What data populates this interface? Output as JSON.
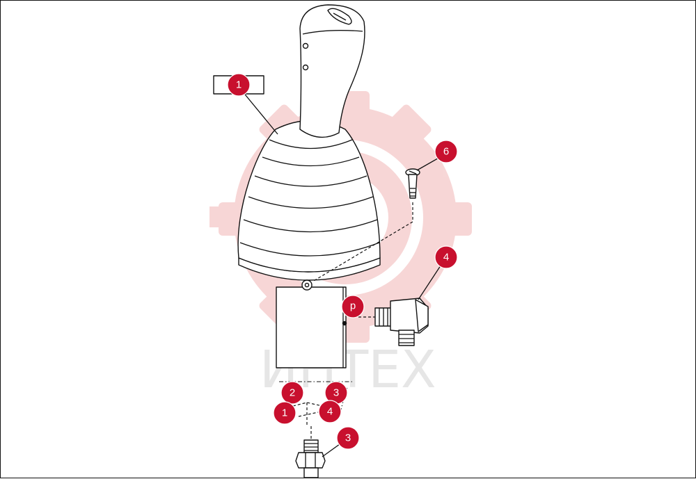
{
  "watermark": {
    "logo": "gear-logo",
    "text": "ИНТЕХ",
    "color": "#f4c6c6"
  },
  "accent_color": "#c8102e",
  "callouts": {
    "handle_part": "1",
    "screw": "6",
    "fitting_p": "4",
    "port_label": "p",
    "port_2": "2",
    "port_3": "3",
    "port_1": "1",
    "port_4": "4",
    "bottom_fitting": "3"
  }
}
